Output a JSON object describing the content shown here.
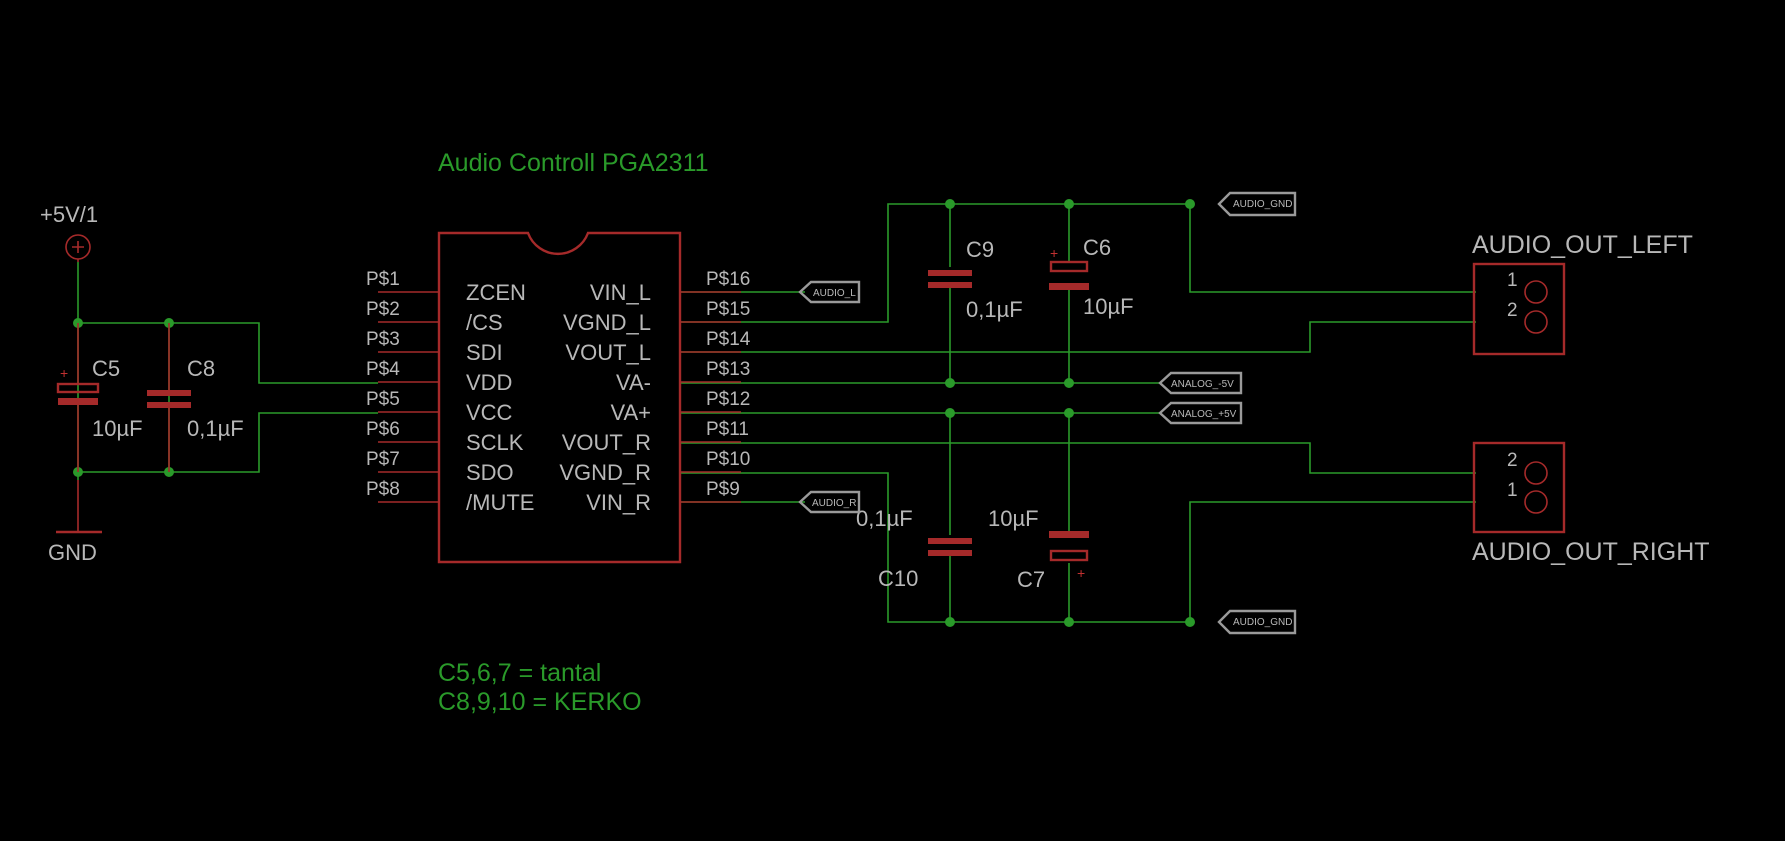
{
  "title": "Audio Controll PGA2311",
  "notes": [
    "C5,6,7 = tantal",
    "C8,9,10 = KERKO"
  ],
  "colors": {
    "background": "#000000",
    "wire": "#2a9a2a",
    "part": "#a52a2a",
    "label": "#b8b8b8",
    "tag": "#9a9a9a"
  },
  "power": {
    "supply": "+5V/1",
    "ground": "GND"
  },
  "ic": {
    "left_pads": [
      "P$1",
      "P$2",
      "P$3",
      "P$4",
      "P$5",
      "P$6",
      "P$7",
      "P$8"
    ],
    "left_pins": [
      "ZCEN",
      "/CS",
      "SDI",
      "VDD",
      "VCC",
      "SCLK",
      "SDO",
      "/MUTE"
    ],
    "right_pins": [
      "VIN_L",
      "VGND_L",
      "VOUT_L",
      "VA-",
      "VA+",
      "VOUT_R",
      "VGND_R",
      "VIN_R"
    ],
    "right_pads": [
      "P$16",
      "P$15",
      "P$14",
      "P$13",
      "P$12",
      "P$11",
      "P$10",
      "P$9"
    ]
  },
  "capacitors": {
    "c5": {
      "name": "C5",
      "value": "10µF"
    },
    "c8": {
      "name": "C8",
      "value": "0,1µF"
    },
    "c9": {
      "name": "C9",
      "value": "0,1µF"
    },
    "c6": {
      "name": "C6",
      "value": "10µF"
    },
    "c10": {
      "name": "C10",
      "value": "0,1µF"
    },
    "c7": {
      "name": "C7",
      "value": "10µF"
    }
  },
  "labels": {
    "audio_gnd_top": "AUDIO_GND",
    "audio_l": "AUDIO_L",
    "analog_m5v": "ANALOG_-5V",
    "analog_p5v": "ANALOG_+5V",
    "audio_r": "AUDIO_R",
    "audio_gnd_bottom": "AUDIO_GND"
  },
  "connectors": {
    "left": {
      "name": "AUDIO_OUT_LEFT",
      "pins": [
        "1",
        "2"
      ]
    },
    "right": {
      "name": "AUDIO_OUT_RIGHT",
      "pins": [
        "2",
        "1"
      ]
    }
  }
}
